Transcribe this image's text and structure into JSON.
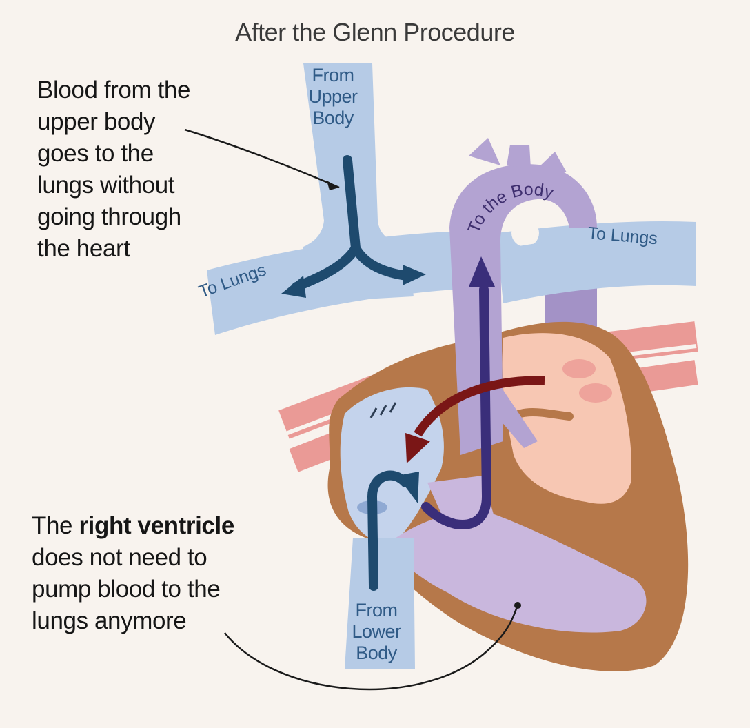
{
  "title": "After the Glenn Procedure",
  "callouts": {
    "top": [
      "Blood from the",
      "upper body",
      "goes to the",
      "lungs without",
      "going through",
      "the heart"
    ],
    "bottom": {
      "line1_prefix": "The ",
      "line1_bold": "right ventricle",
      "lines": [
        "does not need to",
        "pump blood to the",
        "lungs anymore"
      ]
    }
  },
  "labels": {
    "from_upper_body": [
      "From",
      "Upper",
      "Body"
    ],
    "from_lower_body": [
      "From",
      "Lower",
      "Body"
    ],
    "to_lungs_left": "To Lungs",
    "to_lungs_right": "To Lungs",
    "to_the_body": "To the Body"
  },
  "colors": {
    "background": "#f8f3ee",
    "vein_blue": "#b6cbe6",
    "dark_blue_arrow": "#1e4a6e",
    "aorta_purple": "#b3a3d2",
    "purple_arrow": "#3a2e7a",
    "heart_brown": "#b6784a",
    "heart_pink": "#f7c7b3",
    "red_vessel": "#ea9a96",
    "red_arrow": "#7a1616"
  }
}
